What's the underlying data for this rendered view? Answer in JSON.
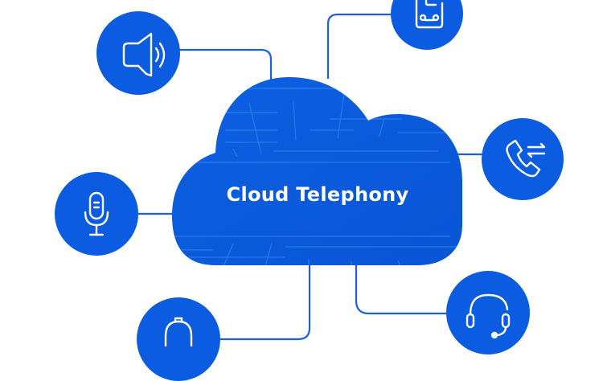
{
  "diagram": {
    "title": "Cloud Telephony",
    "center_node": {
      "label": "Cloud Telephony",
      "shape": "cloud",
      "color": "#0b5ce0"
    },
    "connector_color": "#1a5fe0",
    "satellite_nodes": [
      {
        "id": "speaker",
        "icon": "speaker-icon",
        "position": "top-left"
      },
      {
        "id": "voicemail",
        "icon": "voicemail-icon",
        "position": "top-right"
      },
      {
        "id": "call-transfer",
        "icon": "phone-transfer-icon",
        "position": "right"
      },
      {
        "id": "microphone",
        "icon": "microphone-icon",
        "position": "left"
      },
      {
        "id": "headset",
        "icon": "headset-icon",
        "position": "bottom-right"
      },
      {
        "id": "bell",
        "icon": "bell-icon",
        "position": "bottom-left"
      }
    ],
    "colors": {
      "primary": "#0b5ce0",
      "texture_line": "#2f8ae8",
      "background": "#ffffff",
      "icon_stroke": "#ffffff"
    }
  }
}
